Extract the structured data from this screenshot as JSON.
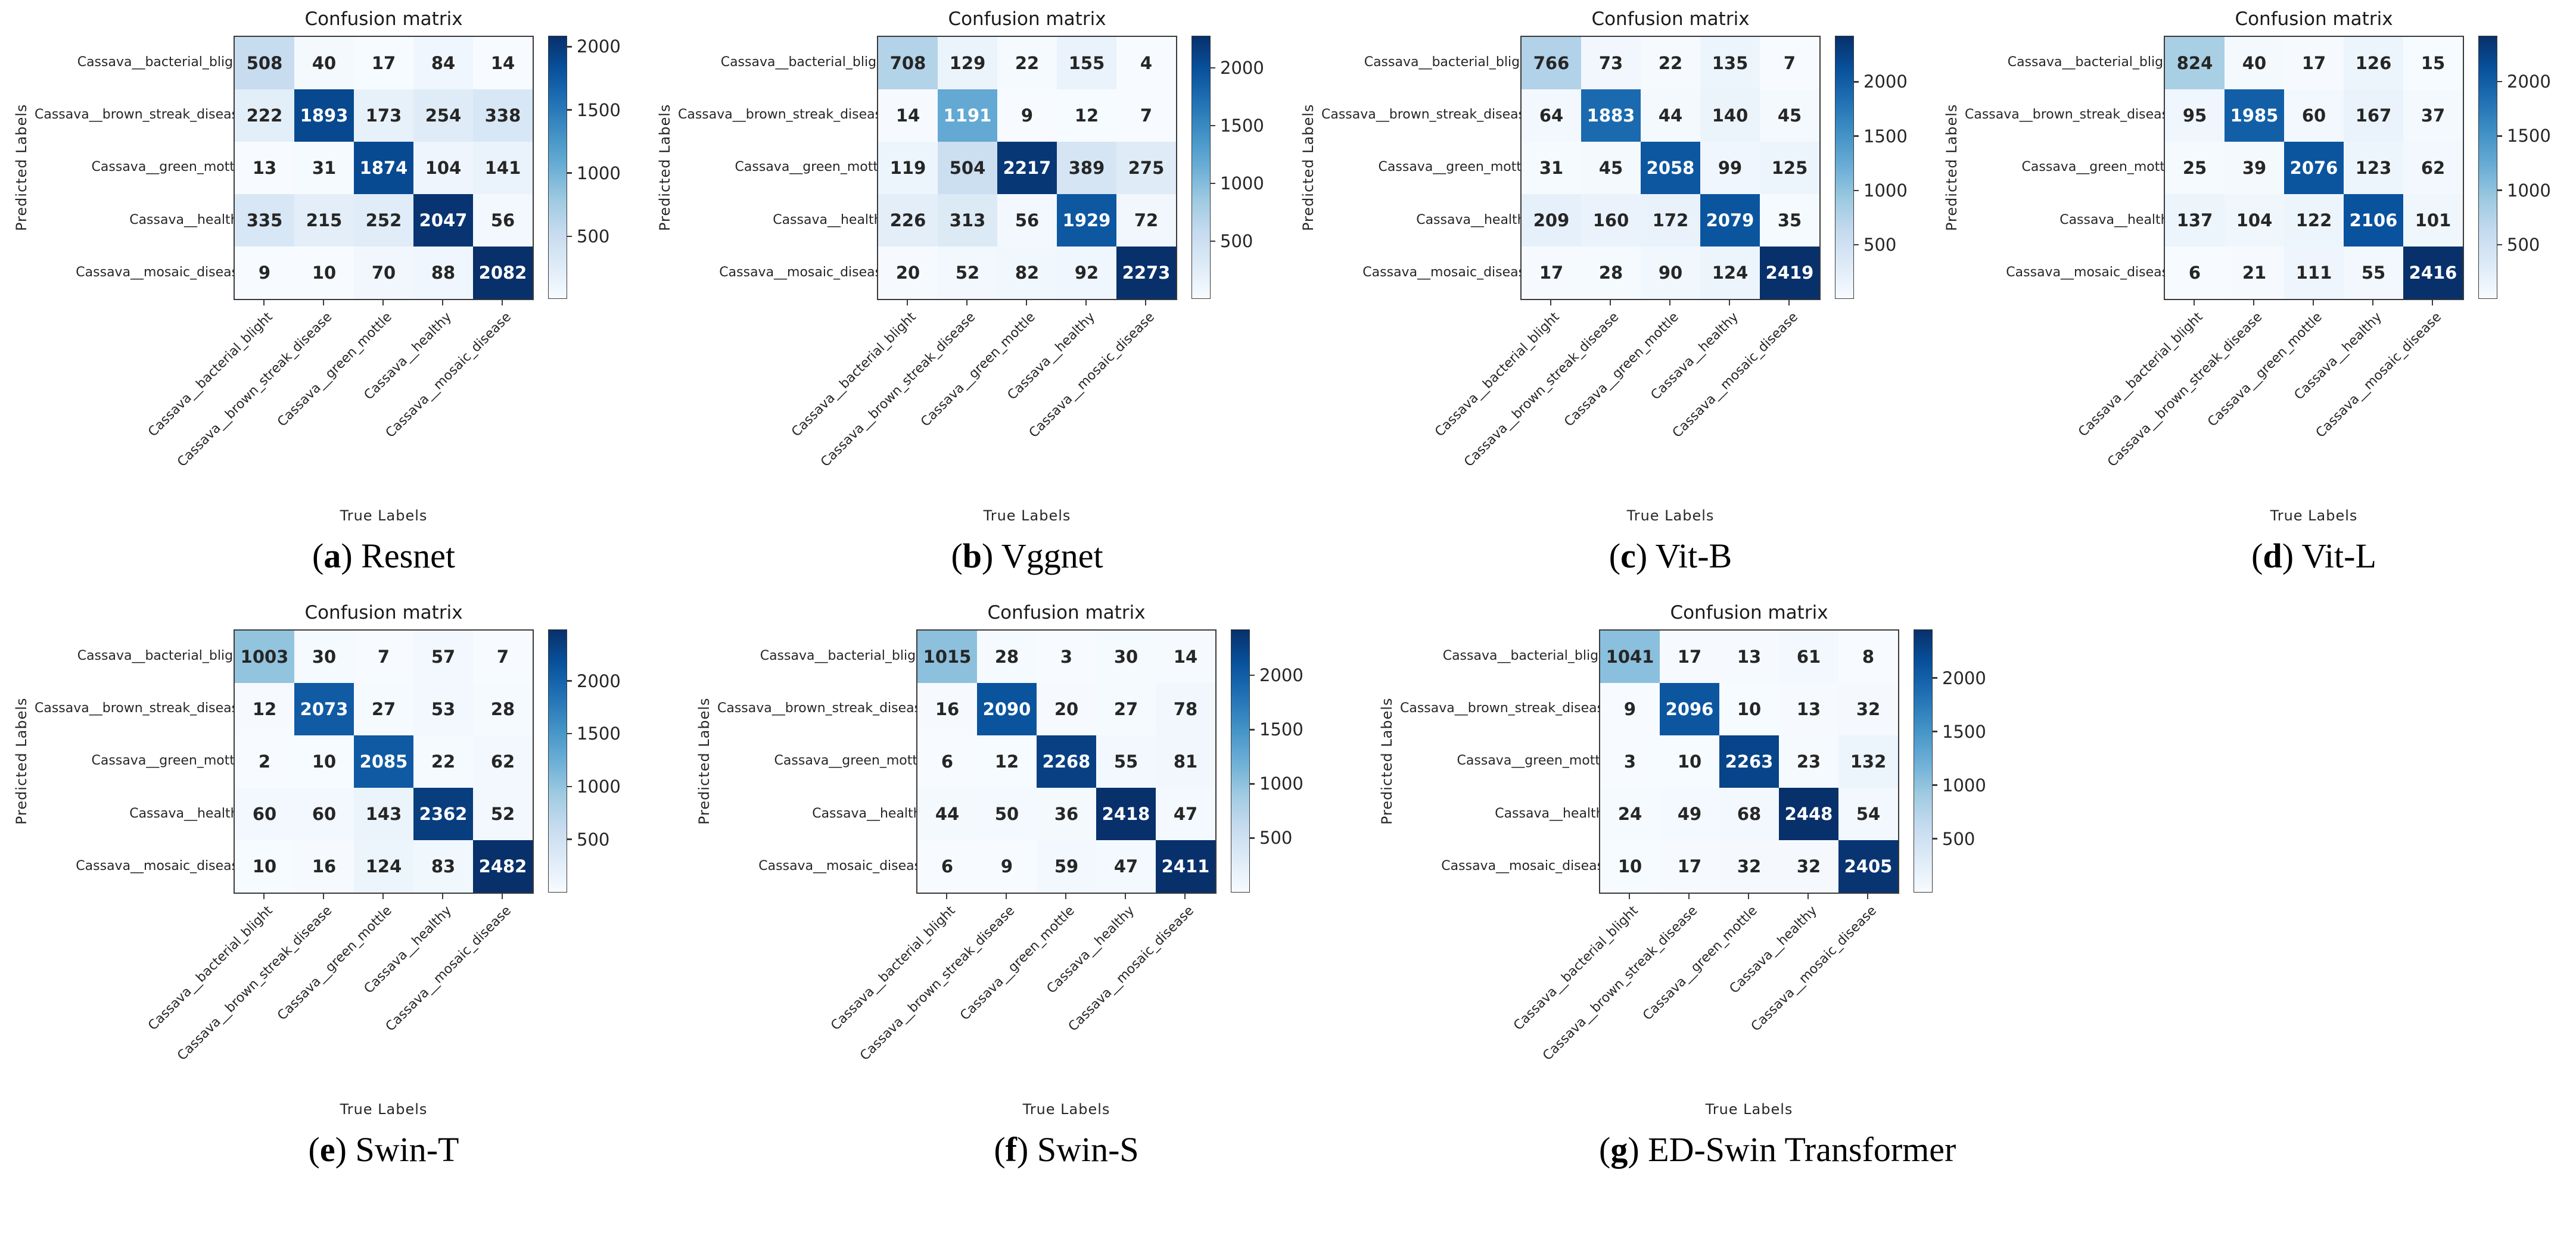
{
  "figure": {
    "plot_title": "Confusion matrix",
    "xlabel": "True Labels",
    "ylabel": "Predicted Labels",
    "caption_open": "(",
    "caption_close": ") ",
    "classes": [
      "Cassava__bacterial_blight",
      "Cassava__brown_streak_disease",
      "Cassava__green_mottle",
      "Cassava__healthy",
      "Cassava__mosaic_disease"
    ],
    "colormap_name": "Blues",
    "colormap_stops": [
      [
        0.0,
        "#f7fbff"
      ],
      [
        0.125,
        "#deebf7"
      ],
      [
        0.25,
        "#c6dbef"
      ],
      [
        0.375,
        "#9ecae1"
      ],
      [
        0.5,
        "#6baed6"
      ],
      [
        0.625,
        "#4292c6"
      ],
      [
        0.75,
        "#2171b5"
      ],
      [
        0.875,
        "#08519c"
      ],
      [
        1.0,
        "#08306b"
      ]
    ],
    "spine_color": "#3a3a3a",
    "text_dark": "#262626",
    "text_light": "#ffffff"
  },
  "chart_data": [
    {
      "type": "heatmap",
      "id": "a",
      "row": 1,
      "title": "Confusion matrix",
      "xlabel": "True Labels",
      "ylabel": "Predicted Labels",
      "caption": {
        "letter": "a",
        "model": "Resnet"
      },
      "categories": [
        "Cassava__bacterial_blight",
        "Cassava__brown_streak_disease",
        "Cassava__green_mottle",
        "Cassava__healthy",
        "Cassava__mosaic_disease"
      ],
      "colorbar_ticks": [
        500,
        1000,
        1500,
        2000
      ],
      "matrix": [
        [
          508,
          40,
          17,
          84,
          14
        ],
        [
          222,
          1893,
          173,
          254,
          338
        ],
        [
          13,
          31,
          1874,
          104,
          141
        ],
        [
          335,
          215,
          252,
          2047,
          56
        ],
        [
          9,
          10,
          70,
          88,
          2082
        ]
      ]
    },
    {
      "type": "heatmap",
      "id": "b",
      "row": 1,
      "title": "Confusion matrix",
      "xlabel": "True Labels",
      "ylabel": "Predicted Labels",
      "caption": {
        "letter": "b",
        "model": "Vggnet"
      },
      "categories": [
        "Cassava__bacterial_blight",
        "Cassava__brown_streak_disease",
        "Cassava__green_mottle",
        "Cassava__healthy",
        "Cassava__mosaic_disease"
      ],
      "colorbar_ticks": [
        500,
        1000,
        1500,
        2000
      ],
      "matrix": [
        [
          708,
          129,
          22,
          155,
          4
        ],
        [
          14,
          1191,
          9,
          12,
          7
        ],
        [
          119,
          504,
          2217,
          389,
          275
        ],
        [
          226,
          313,
          56,
          1929,
          72
        ],
        [
          20,
          52,
          82,
          92,
          2273
        ]
      ]
    },
    {
      "type": "heatmap",
      "id": "c",
      "row": 1,
      "title": "Confusion matrix",
      "xlabel": "True Labels",
      "ylabel": "Predicted Labels",
      "caption": {
        "letter": "c",
        "model": "Vit-B"
      },
      "categories": [
        "Cassava__bacterial_blight",
        "Cassava__brown_streak_disease",
        "Cassava__green_mottle",
        "Cassava__healthy",
        "Cassava__mosaic_disease"
      ],
      "colorbar_ticks": [
        500,
        1000,
        1500,
        2000
      ],
      "matrix": [
        [
          766,
          73,
          22,
          135,
          7
        ],
        [
          64,
          1883,
          44,
          140,
          45
        ],
        [
          31,
          45,
          2058,
          99,
          125
        ],
        [
          209,
          160,
          172,
          2079,
          35
        ],
        [
          17,
          28,
          90,
          124,
          2419
        ]
      ]
    },
    {
      "type": "heatmap",
      "id": "d",
      "row": 1,
      "title": "Confusion matrix",
      "xlabel": "True Labels",
      "ylabel": "Predicted Labels",
      "caption": {
        "letter": "d",
        "model": "Vit-L"
      },
      "categories": [
        "Cassava__bacterial_blight",
        "Cassava__brown_streak_disease",
        "Cassava__green_mottle",
        "Cassava__healthy",
        "Cassava__mosaic_disease"
      ],
      "colorbar_ticks": [
        500,
        1000,
        1500,
        2000
      ],
      "matrix": [
        [
          824,
          40,
          17,
          126,
          15
        ],
        [
          95,
          1985,
          60,
          167,
          37
        ],
        [
          25,
          39,
          2076,
          123,
          62
        ],
        [
          137,
          104,
          122,
          2106,
          101
        ],
        [
          6,
          21,
          111,
          55,
          2416
        ]
      ]
    },
    {
      "type": "heatmap",
      "id": "e",
      "row": 2,
      "title": "Confusion matrix",
      "xlabel": "True Labels",
      "ylabel": "Predicted Labels",
      "caption": {
        "letter": "e",
        "model": "Swin-T"
      },
      "categories": [
        "Cassava__bacterial_blight",
        "Cassava__brown_streak_disease",
        "Cassava__green_mottle",
        "Cassava__healthy",
        "Cassava__mosaic_disease"
      ],
      "colorbar_ticks": [
        500,
        1000,
        1500,
        2000
      ],
      "matrix": [
        [
          1003,
          30,
          7,
          57,
          7
        ],
        [
          12,
          2073,
          27,
          53,
          28
        ],
        [
          2,
          10,
          2085,
          22,
          62
        ],
        [
          60,
          60,
          143,
          2362,
          52
        ],
        [
          10,
          16,
          124,
          83,
          2482
        ]
      ]
    },
    {
      "type": "heatmap",
      "id": "f",
      "row": 2,
      "title": "Confusion matrix",
      "xlabel": "True Labels",
      "ylabel": "Predicted Labels",
      "caption": {
        "letter": "f",
        "model": "Swin-S"
      },
      "categories": [
        "Cassava__bacterial_blight",
        "Cassava__brown_streak_disease",
        "Cassava__green_mottle",
        "Cassava__healthy",
        "Cassava__mosaic_disease"
      ],
      "colorbar_ticks": [
        500,
        1000,
        1500,
        2000
      ],
      "matrix": [
        [
          1015,
          28,
          3,
          30,
          14
        ],
        [
          16,
          2090,
          20,
          27,
          78
        ],
        [
          6,
          12,
          2268,
          55,
          81
        ],
        [
          44,
          50,
          36,
          2418,
          47
        ],
        [
          6,
          9,
          59,
          47,
          2411
        ]
      ]
    },
    {
      "type": "heatmap",
      "id": "g",
      "row": 2,
      "title": "Confusion matrix",
      "xlabel": "True Labels",
      "ylabel": "Predicted Labels",
      "caption": {
        "letter": "g",
        "model": "ED-Swin Transformer"
      },
      "categories": [
        "Cassava__bacterial_blight",
        "Cassava__brown_streak_disease",
        "Cassava__green_mottle",
        "Cassava__healthy",
        "Cassava__mosaic_disease"
      ],
      "colorbar_ticks": [
        500,
        1000,
        1500,
        2000
      ],
      "matrix": [
        [
          1041,
          17,
          13,
          61,
          8
        ],
        [
          9,
          2096,
          10,
          13,
          32
        ],
        [
          3,
          10,
          2263,
          23,
          132
        ],
        [
          24,
          49,
          68,
          2448,
          54
        ],
        [
          10,
          17,
          32,
          32,
          2405
        ]
      ]
    }
  ]
}
